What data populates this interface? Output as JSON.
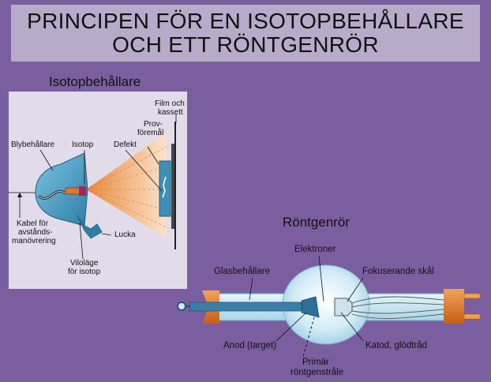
{
  "title": {
    "line1": "PRINCIPEN FÖR EN ISOTOPBEHÅLLARE",
    "line2": "OCH ETT RÖNTGENRÖR"
  },
  "isotope": {
    "heading": "Isotopbehållare",
    "labels": {
      "film1": "Film och",
      "film2": "kassett",
      "prov1": "Prov-",
      "prov2": "föremål",
      "blybehallare": "Blybehållare",
      "isotop": "Isotop",
      "defekt": "Defekt",
      "kabel1": "Kabel för",
      "kabel2": "avstånds-",
      "kabel3": "manövrering",
      "lucka": "Lucka",
      "vilo1": "Viloläge",
      "vilo2": "för isotop"
    }
  },
  "xray": {
    "heading": "Röntgenrör",
    "labels": {
      "elektroner": "Elektroner",
      "glasbehallare": "Glasbehållare",
      "fokuserande": "Fokuserande skål",
      "anod": "Anod (target)",
      "katod": "Katod, glödtråd",
      "primar1": "Primär",
      "primar2": "röntgenstråle"
    }
  },
  "colors": {
    "background": "#7b5ea0",
    "title_box": "#b7abc9",
    "panel": "#e2dcea",
    "lead": "#3f8fb8",
    "beam": "#f6b57a",
    "copper": "#e07828",
    "glass": "#d4ecf5"
  }
}
